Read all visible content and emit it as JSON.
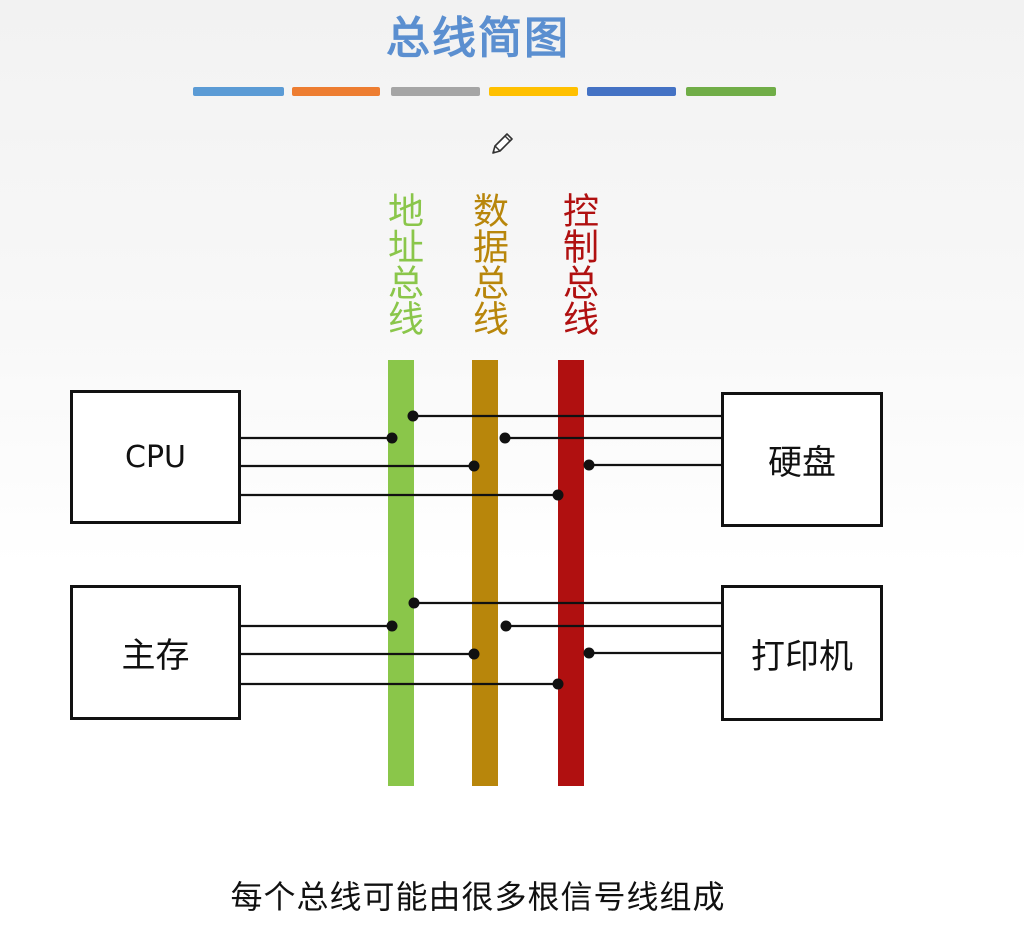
{
  "title": "总线简图",
  "stripe_colors": [
    "#5b9bd5",
    "#ed7d31",
    "#a5a5a5",
    "#ffc000",
    "#4472c4",
    "#70ad47"
  ],
  "buses": [
    {
      "key": "addr",
      "label": "地址总线",
      "color": "#8ac64a"
    },
    {
      "key": "data",
      "label": "数据总线",
      "color": "#b8860b"
    },
    {
      "key": "ctrl",
      "label": "控制总线",
      "color": "#b01010"
    }
  ],
  "devices": {
    "cpu": "CPU",
    "memory": "主存",
    "disk": "硬盘",
    "printer": "打印机"
  },
  "caption": "每个总线可能由很多根信号线组成",
  "icons": {
    "cursor": "pencil-icon"
  }
}
